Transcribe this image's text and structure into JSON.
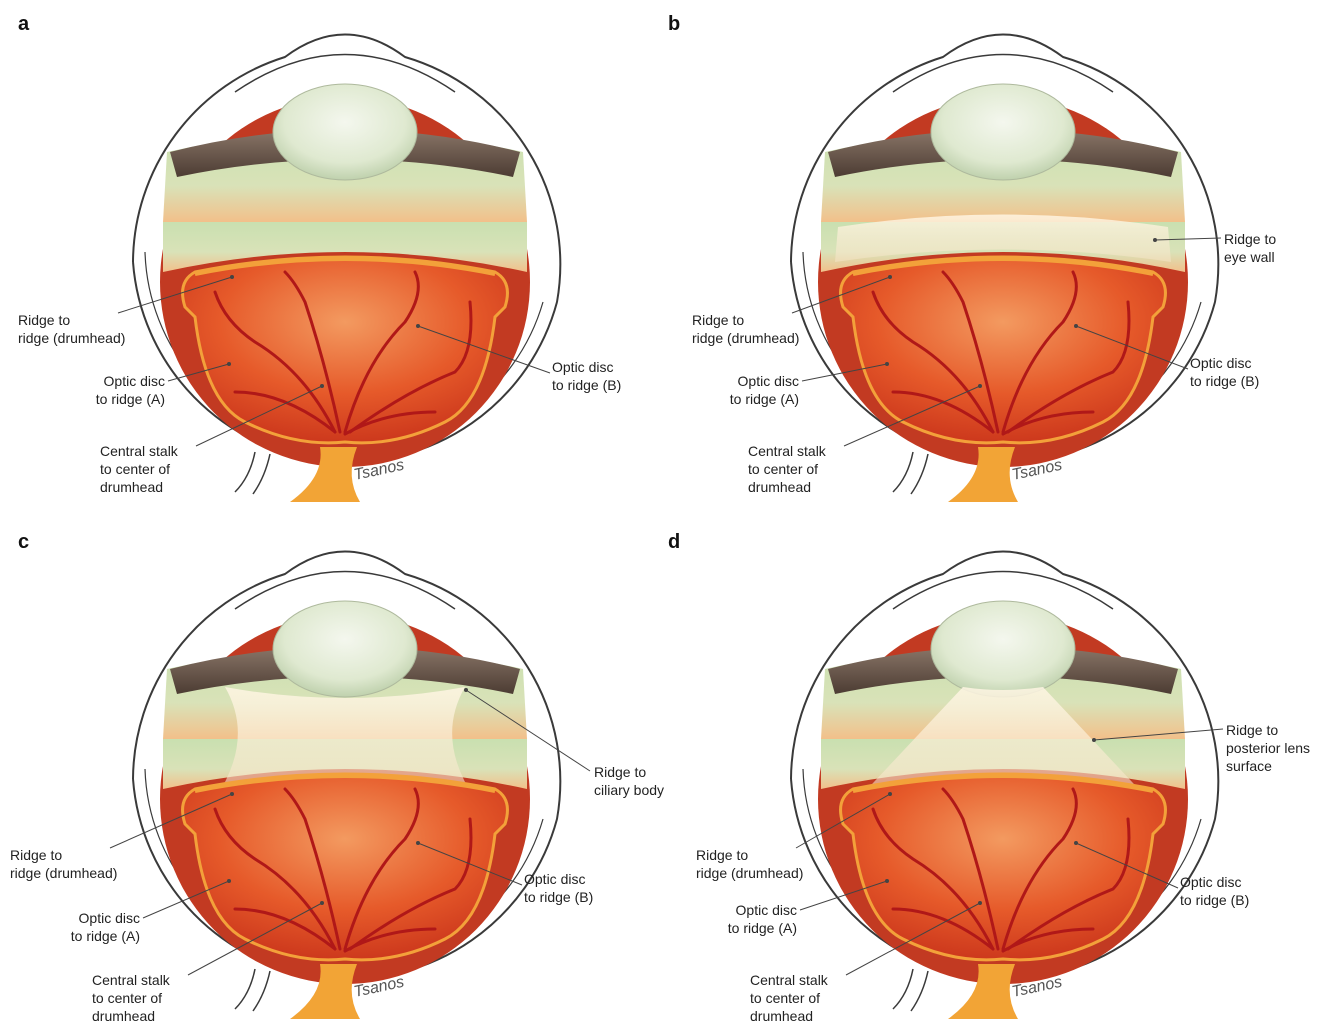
{
  "panels": [
    {
      "letter": "a",
      "labels": [
        {
          "lines": [
            "Ridge to",
            "ridge (drumhead)"
          ]
        },
        {
          "lines": [
            "Optic disc",
            "to ridge (A)"
          ]
        },
        {
          "lines": [
            "Central stalk",
            "to center of",
            "drumhead"
          ]
        },
        {
          "lines": [
            "Optic disc",
            "to ridge (B)"
          ]
        }
      ]
    },
    {
      "letter": "b",
      "labels": [
        {
          "lines": [
            "Ridge to",
            "eye wall"
          ]
        },
        {
          "lines": [
            "Ridge to",
            "ridge (drumhead)"
          ]
        },
        {
          "lines": [
            "Optic disc",
            "to ridge (A)"
          ]
        },
        {
          "lines": [
            "Central stalk",
            "to center of",
            "drumhead"
          ]
        },
        {
          "lines": [
            "Optic disc",
            "to ridge (B)"
          ]
        }
      ]
    },
    {
      "letter": "c",
      "labels": [
        {
          "lines": [
            "Ridge to",
            "ciliary body"
          ]
        },
        {
          "lines": [
            "Ridge to",
            "ridge (drumhead)"
          ]
        },
        {
          "lines": [
            "Optic disc",
            "to ridge (A)"
          ]
        },
        {
          "lines": [
            "Central stalk",
            "to center of",
            "drumhead"
          ]
        },
        {
          "lines": [
            "Optic disc",
            "to ridge (B)"
          ]
        }
      ]
    },
    {
      "letter": "d",
      "labels": [
        {
          "lines": [
            "Ridge to",
            "posterior lens",
            "surface"
          ]
        },
        {
          "lines": [
            "Ridge to",
            "ridge (drumhead)"
          ]
        },
        {
          "lines": [
            "Optic disc",
            "to ridge (A)"
          ]
        },
        {
          "lines": [
            "Central stalk",
            "to center of",
            "drumhead"
          ]
        },
        {
          "lines": [
            "Optic disc",
            "to ridge (B)"
          ]
        }
      ]
    }
  ],
  "signature": "Tsanos",
  "colors": {
    "retina": "#e04a22",
    "retina_light": "#f07a45",
    "vessel": "#b01818",
    "vitreous": "#cde3b5",
    "iris": "#6e5a4e",
    "lens": "#e8efe0",
    "ridge": "#f3a13a",
    "optic_nerve": "#f2a436",
    "sclera_line": "#3a3a3a",
    "leader": "#444444"
  }
}
